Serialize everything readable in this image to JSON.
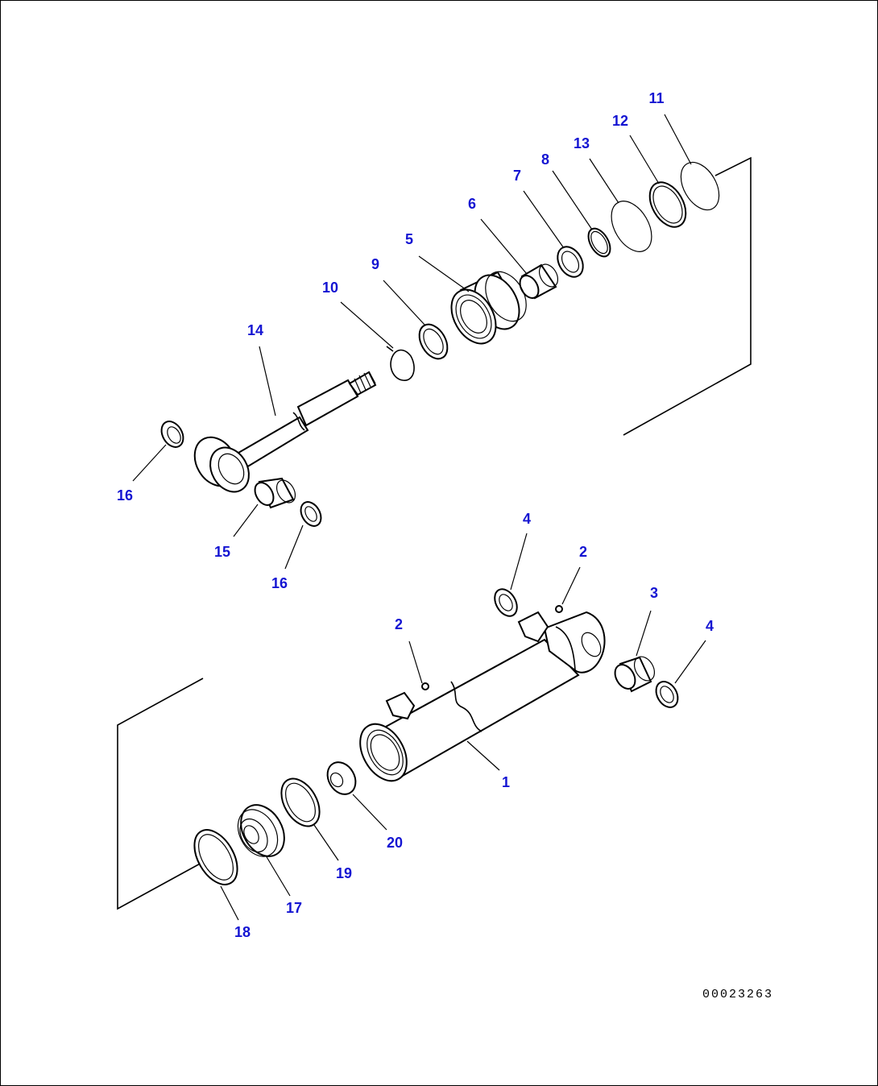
{
  "drawing_code": "00023263",
  "callouts": {
    "c1": "1",
    "c2a": "2",
    "c2b": "2",
    "c3": "3",
    "c4a": "4",
    "c4b": "4",
    "c5": "5",
    "c6": "6",
    "c7": "7",
    "c8": "8",
    "c9": "9",
    "c10": "10",
    "c11": "11",
    "c12": "12",
    "c13": "13",
    "c14": "14",
    "c15": "15",
    "c16a": "16",
    "c16b": "16",
    "c17": "17",
    "c18": "18",
    "c19": "19",
    "c20": "20"
  }
}
